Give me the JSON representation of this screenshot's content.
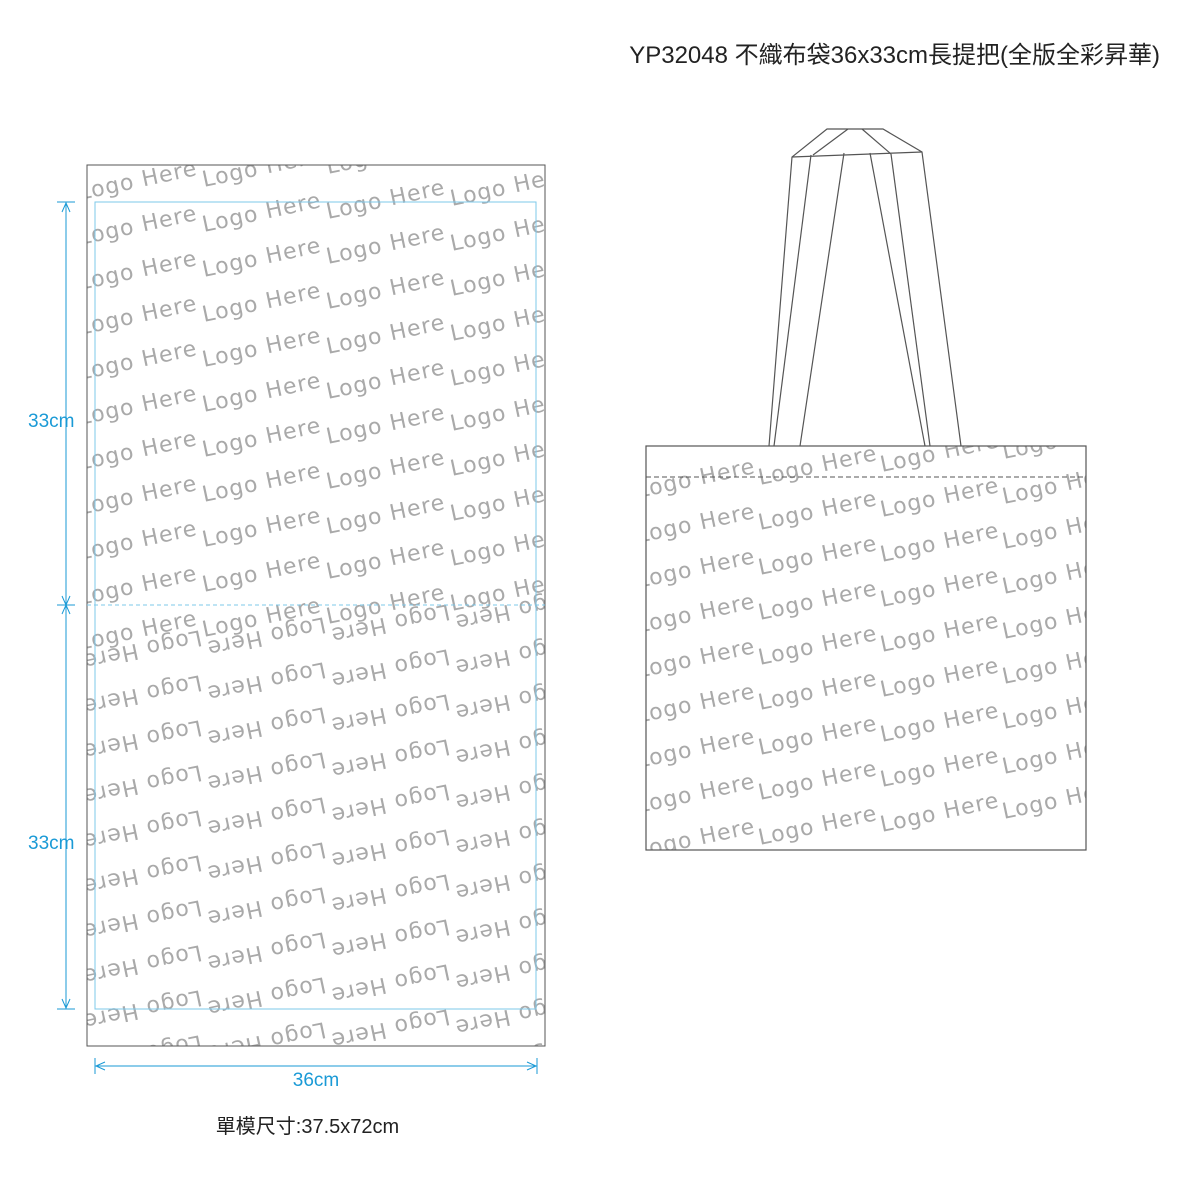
{
  "header": {
    "title": "YP32048 不織布袋36x33cm長提把(全版全彩昇華)"
  },
  "flat_layout": {
    "dimensions": {
      "height_top": "33cm",
      "height_bottom": "33cm",
      "width": "36cm"
    },
    "caption": "單模尺寸:37.5x72cm",
    "pattern_text": "Logo Here"
  },
  "bag_mockup": {
    "pattern_text": "Logo Here"
  },
  "colors": {
    "dimension_line": "#1a9ad6",
    "outline": "#555555",
    "pattern_text": "#a9a9a9"
  }
}
